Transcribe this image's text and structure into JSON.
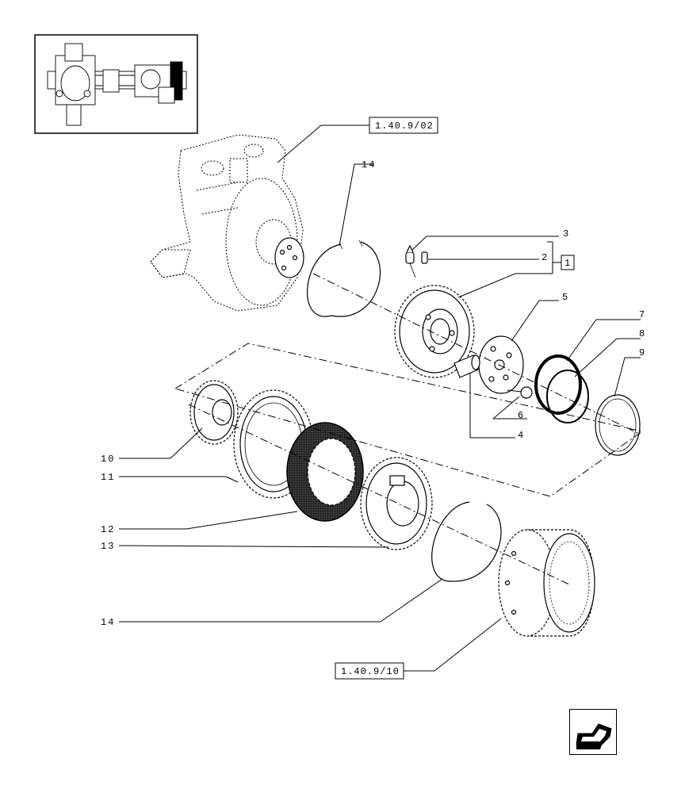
{
  "references": {
    "ref_top": "1.40.9/02",
    "ref_bottom": "1.40.9/10",
    "kit_box": "1"
  },
  "callouts": [
    {
      "id": "c14a",
      "label": "14"
    },
    {
      "id": "c3",
      "label": "3"
    },
    {
      "id": "c2",
      "label": "2"
    },
    {
      "id": "c5",
      "label": "5"
    },
    {
      "id": "c7",
      "label": "7"
    },
    {
      "id": "c8",
      "label": "8"
    },
    {
      "id": "c9",
      "label": "9"
    },
    {
      "id": "c6",
      "label": "6"
    },
    {
      "id": "c4",
      "label": "4"
    },
    {
      "id": "c10",
      "label": "10"
    },
    {
      "id": "c11",
      "label": "11"
    },
    {
      "id": "c12",
      "label": "12"
    },
    {
      "id": "c13",
      "label": "13"
    },
    {
      "id": "c14b",
      "label": "14"
    }
  ],
  "icons": {
    "thumbnail": "axle-assembly-thumbnail",
    "nav": "previous-page-arrow-icon"
  }
}
